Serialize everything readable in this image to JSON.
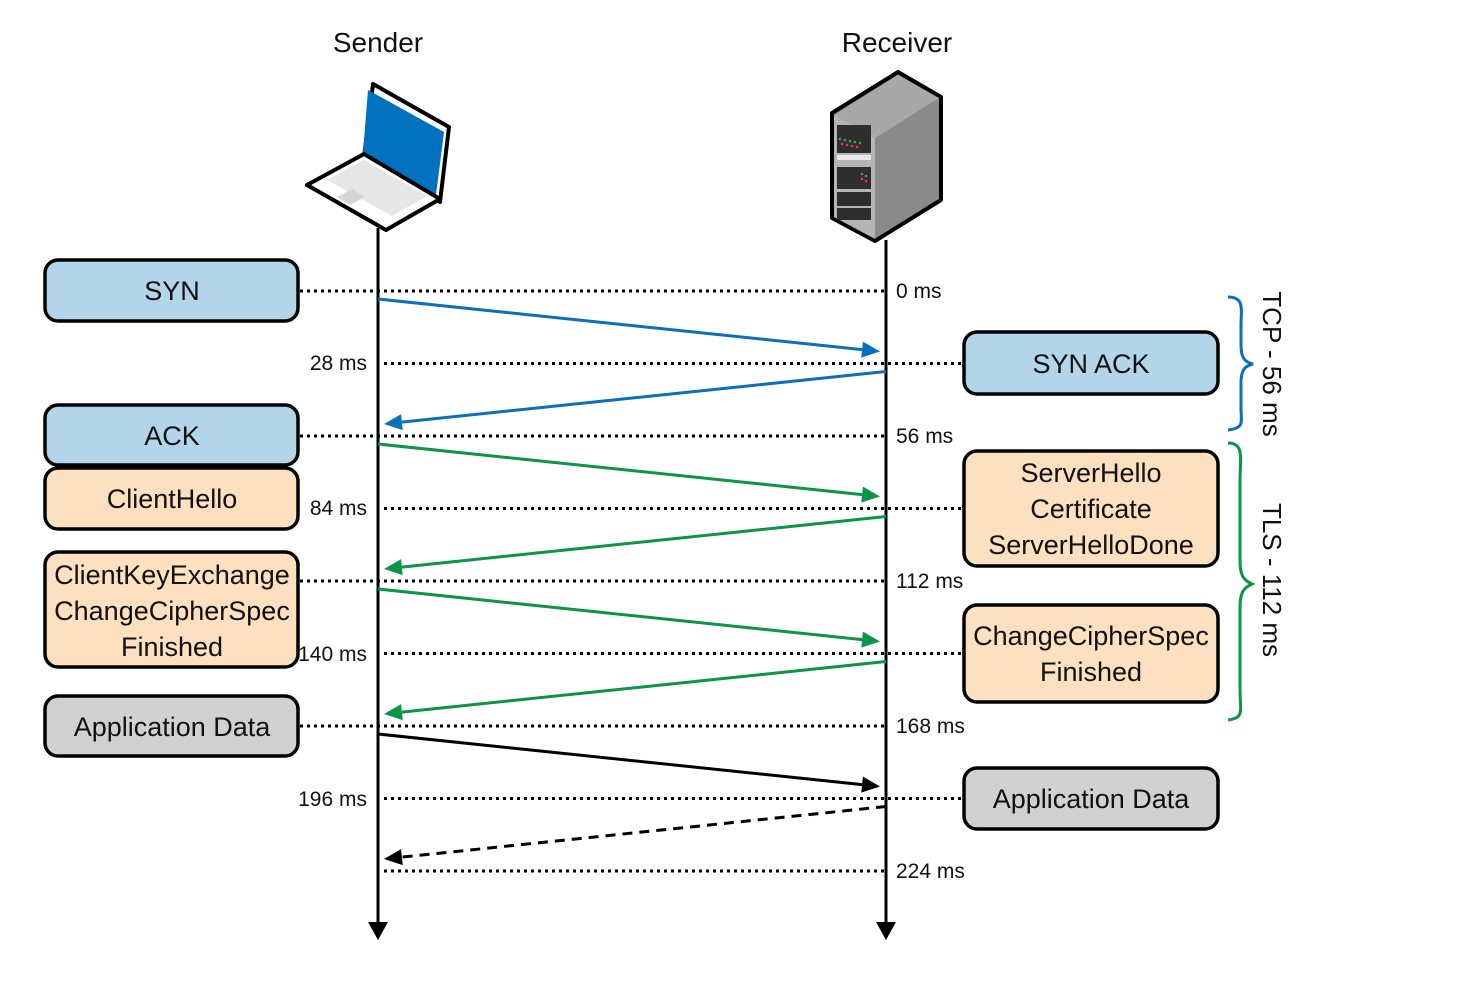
{
  "actors": {
    "sender": {
      "label": "Sender",
      "icon": "laptop-icon"
    },
    "receiver": {
      "label": "Receiver",
      "icon": "server-icon"
    }
  },
  "colors": {
    "tcp_arrow": "#0a6fbd",
    "tls_arrow": "#0c9447",
    "app_arrow": "#000000",
    "tcp_box_fill": "#b3d5ea",
    "tls_box_fill": "#fde0c0",
    "app_box_fill": "#d1d1d1",
    "laptop_screen": "#0071bf",
    "server_body": "#8a8a8a"
  },
  "timestamps": [
    {
      "label": "0 ms",
      "side": "right"
    },
    {
      "label": "28 ms",
      "side": "left"
    },
    {
      "label": "56 ms",
      "side": "right"
    },
    {
      "label": "84 ms",
      "side": "left"
    },
    {
      "label": "112 ms",
      "side": "right"
    },
    {
      "label": "140 ms",
      "side": "left"
    },
    {
      "label": "168 ms",
      "side": "right"
    },
    {
      "label": "196 ms",
      "side": "left"
    },
    {
      "label": "224 ms",
      "side": "right"
    }
  ],
  "sender_messages": [
    {
      "lines": [
        "SYN"
      ],
      "kind": "tcp"
    },
    {
      "lines": [
        "ACK"
      ],
      "kind": "tcp"
    },
    {
      "lines": [
        "ClientHello"
      ],
      "kind": "tls"
    },
    {
      "lines": [
        "ClientKeyExchange",
        "ChangeCipherSpec",
        "Finished"
      ],
      "kind": "tls"
    },
    {
      "lines": [
        "Application Data"
      ],
      "kind": "app"
    }
  ],
  "receiver_messages": [
    {
      "lines": [
        "SYN ACK"
      ],
      "kind": "tcp"
    },
    {
      "lines": [
        "ServerHello",
        "Certificate",
        "ServerHelloDone"
      ],
      "kind": "tls"
    },
    {
      "lines": [
        "ChangeCipherSpec",
        "Finished"
      ],
      "kind": "tls"
    },
    {
      "lines": [
        "Application Data"
      ],
      "kind": "app"
    }
  ],
  "arrows": [
    {
      "from": "sender",
      "to": "receiver",
      "kind": "tcp",
      "style": "solid"
    },
    {
      "from": "receiver",
      "to": "sender",
      "kind": "tcp",
      "style": "solid"
    },
    {
      "from": "sender",
      "to": "receiver",
      "kind": "tls",
      "style": "solid"
    },
    {
      "from": "receiver",
      "to": "sender",
      "kind": "tls",
      "style": "solid"
    },
    {
      "from": "sender",
      "to": "receiver",
      "kind": "tls",
      "style": "solid"
    },
    {
      "from": "receiver",
      "to": "sender",
      "kind": "tls",
      "style": "solid"
    },
    {
      "from": "sender",
      "to": "receiver",
      "kind": "app",
      "style": "solid"
    },
    {
      "from": "receiver",
      "to": "sender",
      "kind": "app",
      "style": "dashed"
    }
  ],
  "phases": [
    {
      "label": "TCP - 56 ms",
      "kind": "tcp"
    },
    {
      "label": "TLS - 112 ms",
      "kind": "tls"
    }
  ]
}
